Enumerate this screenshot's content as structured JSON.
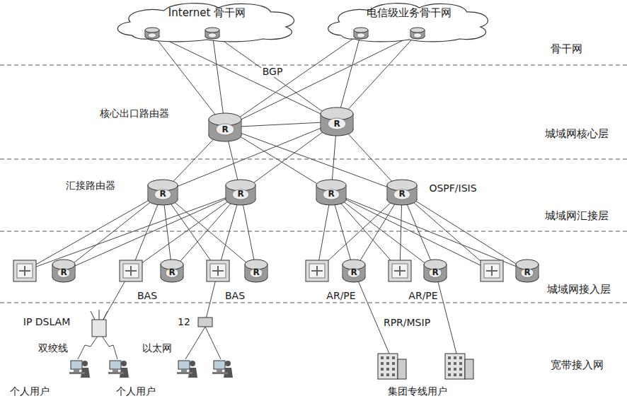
{
  "diagram": {
    "nodes": [
      {
        "text": [
          "Internet 骨干网"
        ]
      },
      {
        "text": [
          "电信级业务骨干网"
        ]
      }
    ],
    "labels": [
      "骨干网",
      "BGP",
      "核心出口路由器",
      "R",
      "R",
      "城域网核心层",
      "汇接路由器",
      "R",
      "R",
      "R",
      "R",
      "OSPF/ISIS",
      "城域网汇接层",
      "R",
      "R",
      "R",
      "R",
      "R",
      "R",
      "BAS",
      "BAS",
      "AR/PE",
      "AR/PE",
      "城域网接入层",
      "IP DSLAM",
      "12",
      "RPR/MSIP",
      "宽带接入网",
      "双绞线",
      "以太网",
      "个人用户",
      "个人用户",
      "集团专线用户"
    ]
  }
}
